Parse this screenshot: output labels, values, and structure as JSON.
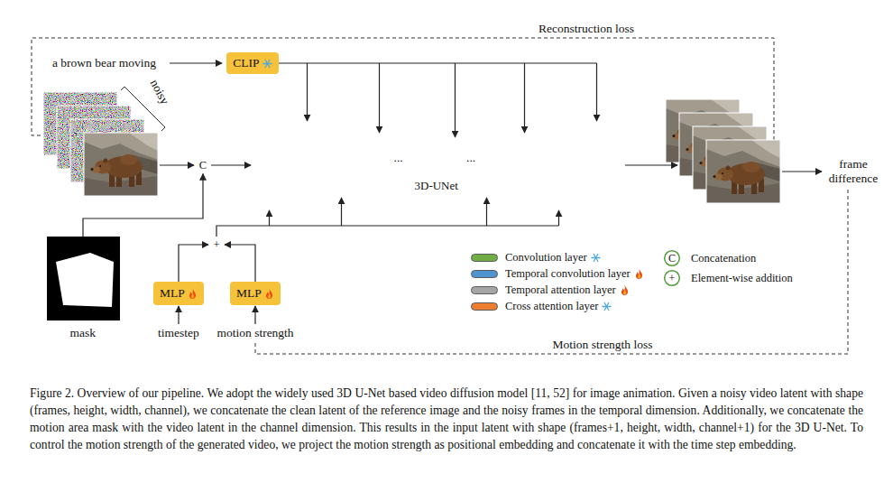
{
  "diagram": {
    "caption": "Figure 2. Overview of our pipeline. We adopt the widely used 3D U-Net based video diffusion model [11, 52] for image animation. Given a noisy video latent with shape (frames, height, width, channel), we concatenate the clean latent of the reference image and the noisy frames in the temporal dimension. Additionally, we concatenate the motion area mask with the video latent in the channel dimension. This results in the input latent with shape (frames+1, height, width, channel+1) for the 3D U-Net. To control the motion strength of the generated video, we project the motion strength as positional embedding and concatenate it with the time step embedding.",
    "nodes": [
      {
        "text": [
          "CLIP"
        ]
      },
      {
        "text": [
          "3D-UNet"
        ]
      },
      {
        "text": [
          "C"
        ]
      },
      {
        "text": [
          "+"
        ]
      },
      {
        "text": [
          "MLP"
        ]
      },
      {
        "text": [
          "MLP"
        ]
      }
    ],
    "edges": [
      {
        "from": 0,
        "to": 1,
        "arrow": "to"
      },
      {
        "from": 2,
        "to": 1,
        "arrow": "to"
      },
      {
        "from": 4,
        "to": 3,
        "arrow": "to"
      },
      {
        "from": 5,
        "to": 3,
        "arrow": "to"
      },
      {
        "from": 3,
        "to": 1,
        "arrow": "to"
      }
    ],
    "labels": [
      "Reconstruction loss",
      "a brown bear moving",
      "noisy",
      "...",
      "...",
      "mask",
      "timestep",
      "motion strength",
      "frame difference",
      "Motion strength loss",
      "C",
      "+"
    ],
    "legend": [
      {
        "text": "Convolution layer",
        "color": "#70ad47"
      },
      {
        "text": "Temporal convolution layer",
        "color": "#4f94cf"
      },
      {
        "text": "Temporal attention layer",
        "color": "#a5a5a5"
      },
      {
        "text": "Cross attention layer",
        "color": "#ed7d31"
      },
      {
        "text": "Concatenation"
      },
      {
        "text": "Element-wise addition"
      }
    ]
  }
}
